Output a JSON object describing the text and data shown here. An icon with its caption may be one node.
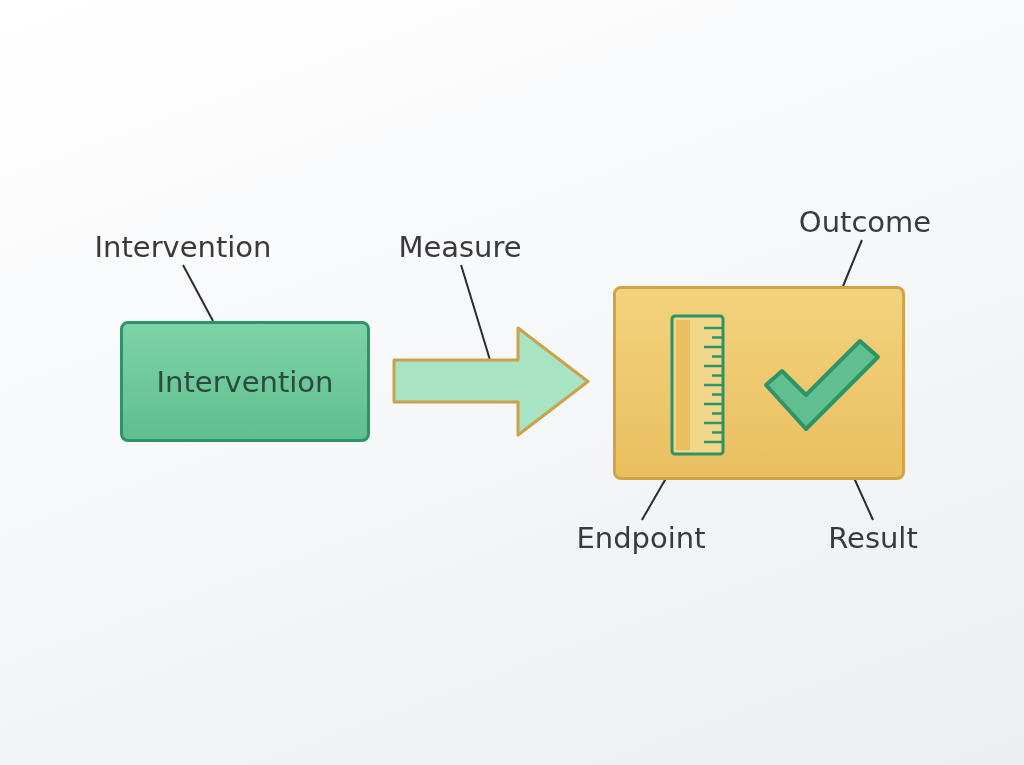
{
  "diagram": {
    "nodes": [
      {
        "text": [
          "Intervention"
        ]
      },
      {
        "text": [
          "Intervention"
        ]
      },
      {
        "text": [
          "Measure"
        ]
      },
      {
        "text": [],
        "shape": "arrow"
      },
      {
        "text": [
          "Outcome"
        ]
      },
      {
        "text": [],
        "shape": "box"
      },
      {
        "text": [],
        "shape": "ruler",
        "in": 5
      },
      {
        "text": [],
        "shape": "checkmark",
        "in": 5
      },
      {
        "text": [
          "Endpoint"
        ]
      },
      {
        "text": [
          "Result"
        ]
      }
    ],
    "edges": [
      {
        "from": 0,
        "to": 1,
        "arrow": "none"
      },
      {
        "from": 2,
        "to": 3,
        "arrow": "none"
      },
      {
        "from": 4,
        "to": 5,
        "arrow": "none"
      },
      {
        "from": 8,
        "to": 6,
        "arrow": "none"
      },
      {
        "from": 9,
        "to": 7,
        "arrow": "none"
      }
    ]
  }
}
